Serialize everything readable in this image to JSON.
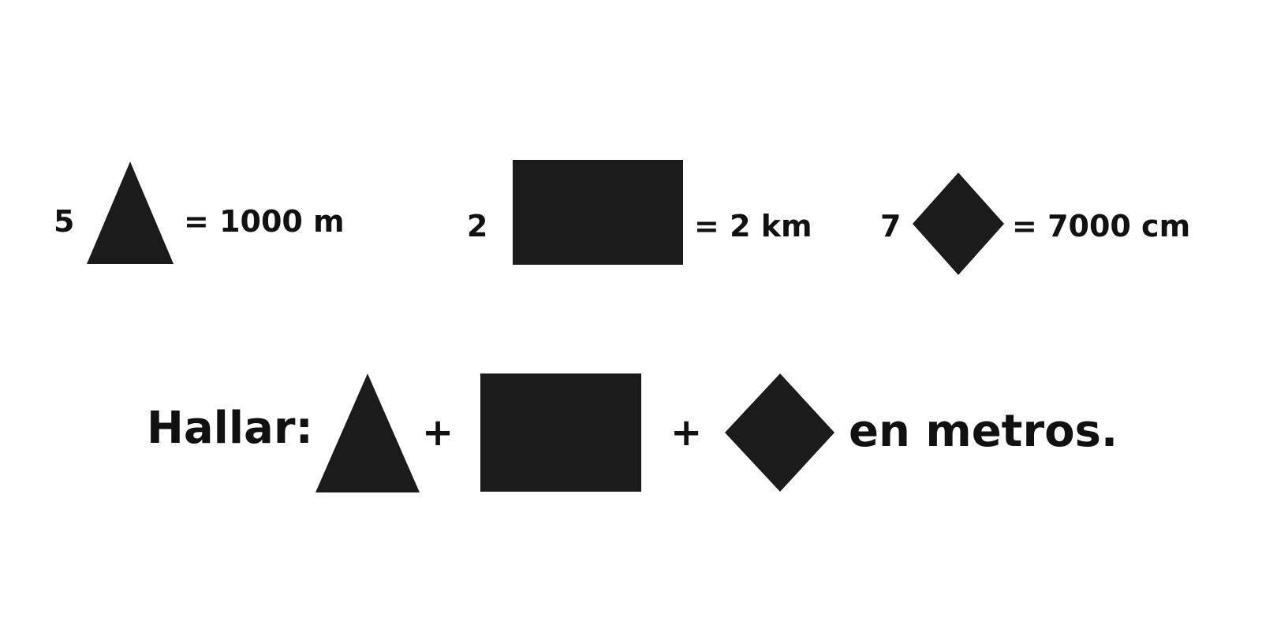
{
  "equivalences": [
    {
      "count": "5",
      "shape_icon": "triangle-icon",
      "result": "= 1000 m"
    },
    {
      "count": "2",
      "shape_icon": "rectangle-icon",
      "result": "= 2 km"
    },
    {
      "count": "7",
      "shape_icon": "diamond-icon",
      "result": "= 7000 cm"
    }
  ],
  "task": {
    "label": "Hallar:",
    "shapes": [
      "triangle-icon",
      "rectangle-icon",
      "diamond-icon"
    ],
    "operator": "+",
    "suffix": "en metros."
  },
  "colors": {
    "shape_fill": "#1b1b1b",
    "text": "#111111",
    "background": "#ffffff"
  }
}
